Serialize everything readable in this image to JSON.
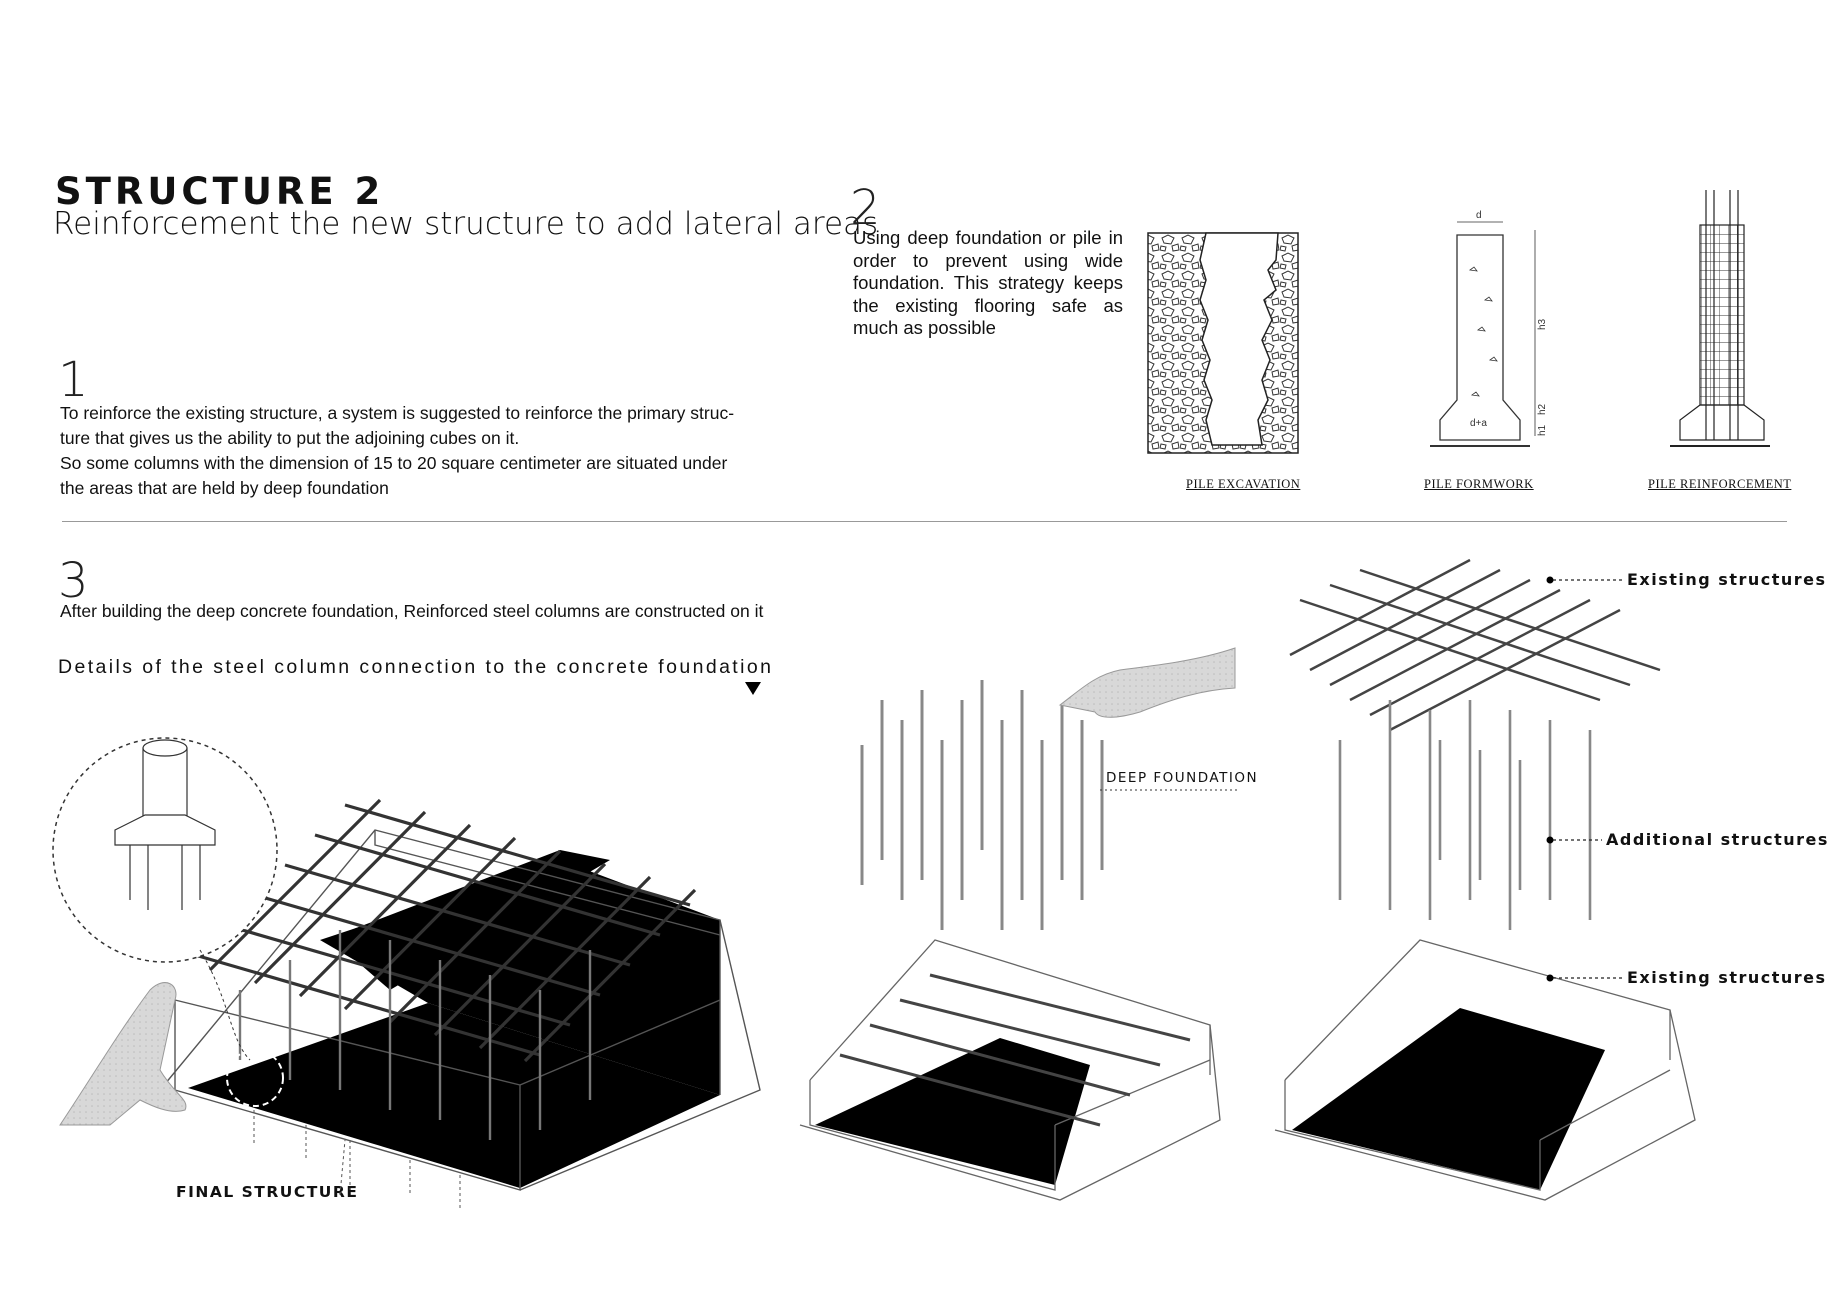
{
  "header": {
    "title": "STRUCTURE 2",
    "subtitle": "Reinforcement the new structure to add lateral areas"
  },
  "section1": {
    "number": "1",
    "lines": [
      "To reinforce the existing structure, a system is suggested to reinforce the primary struc-",
      "ture that gives us the ability to put the adjoining cubes on it.",
      "So some columns with the dimension of 15 to 20 square centimeter are situated under",
      "the areas that are held by deep foundation"
    ]
  },
  "section2": {
    "number": "2",
    "text": "Using deep foundation or pile in order to prevent using wide foundation. This strategy keeps the existing flooring safe as much as possible",
    "captions": [
      "PILE  EXCAVATION",
      "PILE  FORMWORK",
      "PILE  REINFORCEMENT"
    ],
    "dim_labels": {
      "d": "d",
      "h3": "h3",
      "h2": "h2",
      "h1": "h1",
      "da": "d+a"
    }
  },
  "section3": {
    "number": "3",
    "text": "After building the deep concrete foundation, Reinforced steel columns are constructed on it",
    "detail_heading": "Details of the steel column connection to the concrete foundation"
  },
  "callouts": {
    "final_structure": "FINAL STRUCTURE",
    "deep_foundation": "DEEP FOUNDATION",
    "existing_top": "Existing structures",
    "additional": "Additional structures",
    "existing_bottom": "Existing structures"
  },
  "colors": {
    "ink": "#111111",
    "line": "#555555",
    "rule": "#999999",
    "paper": "#ffffff"
  }
}
